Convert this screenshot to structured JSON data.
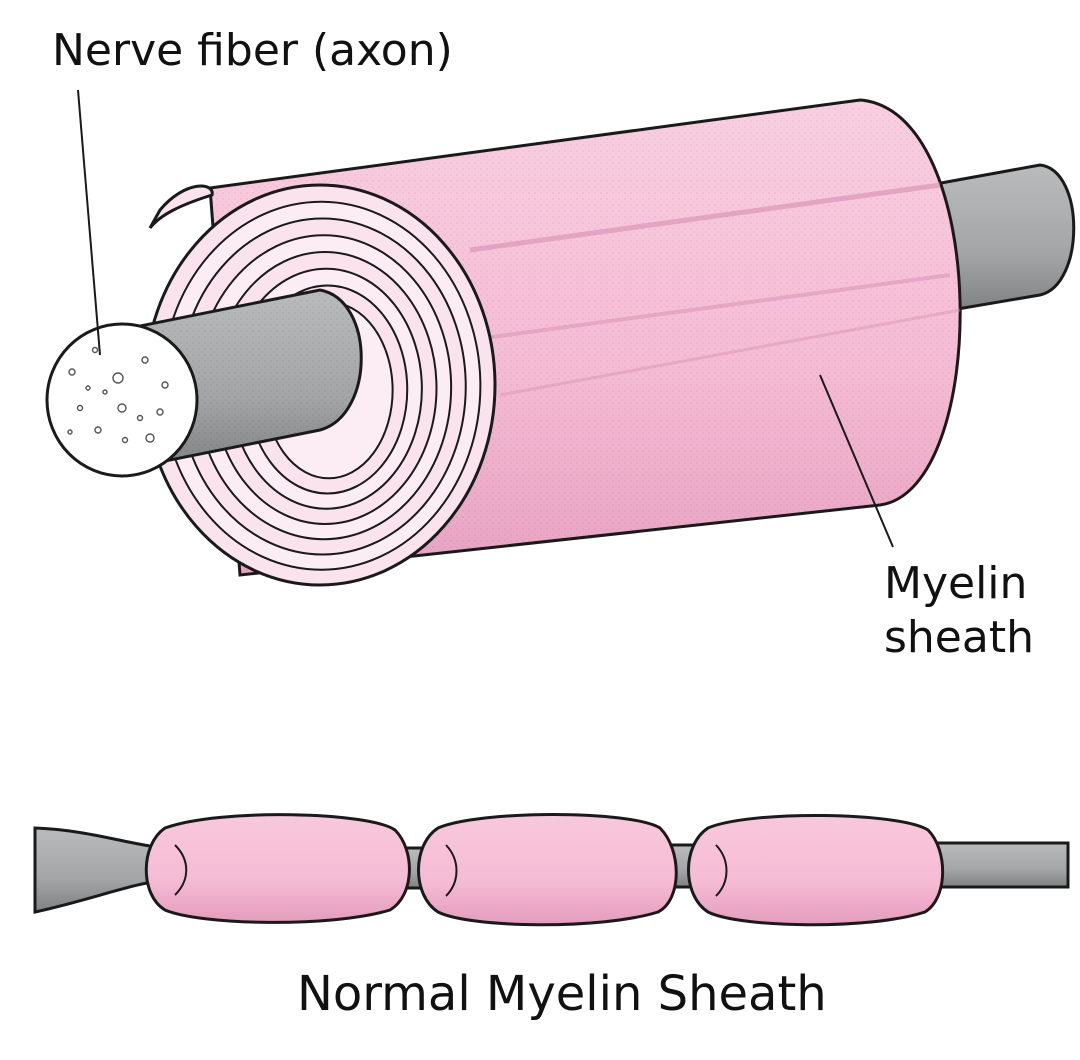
{
  "labels": {
    "axon": "Nerve fiber (axon)",
    "sheath_line1": "Myelin",
    "sheath_line2": "sheath",
    "caption": "Normal Myelin Sheath"
  },
  "colors": {
    "myelin": "#f6bcd5",
    "myelin_light": "#fbe3ee",
    "myelin_shadow": "#d98fb1",
    "axon": "#a7a9ab",
    "axon_dark": "#7d7f81",
    "outline": "#1a1a1a"
  },
  "illustration": {
    "wrap_layers": 8,
    "segments": 3
  }
}
